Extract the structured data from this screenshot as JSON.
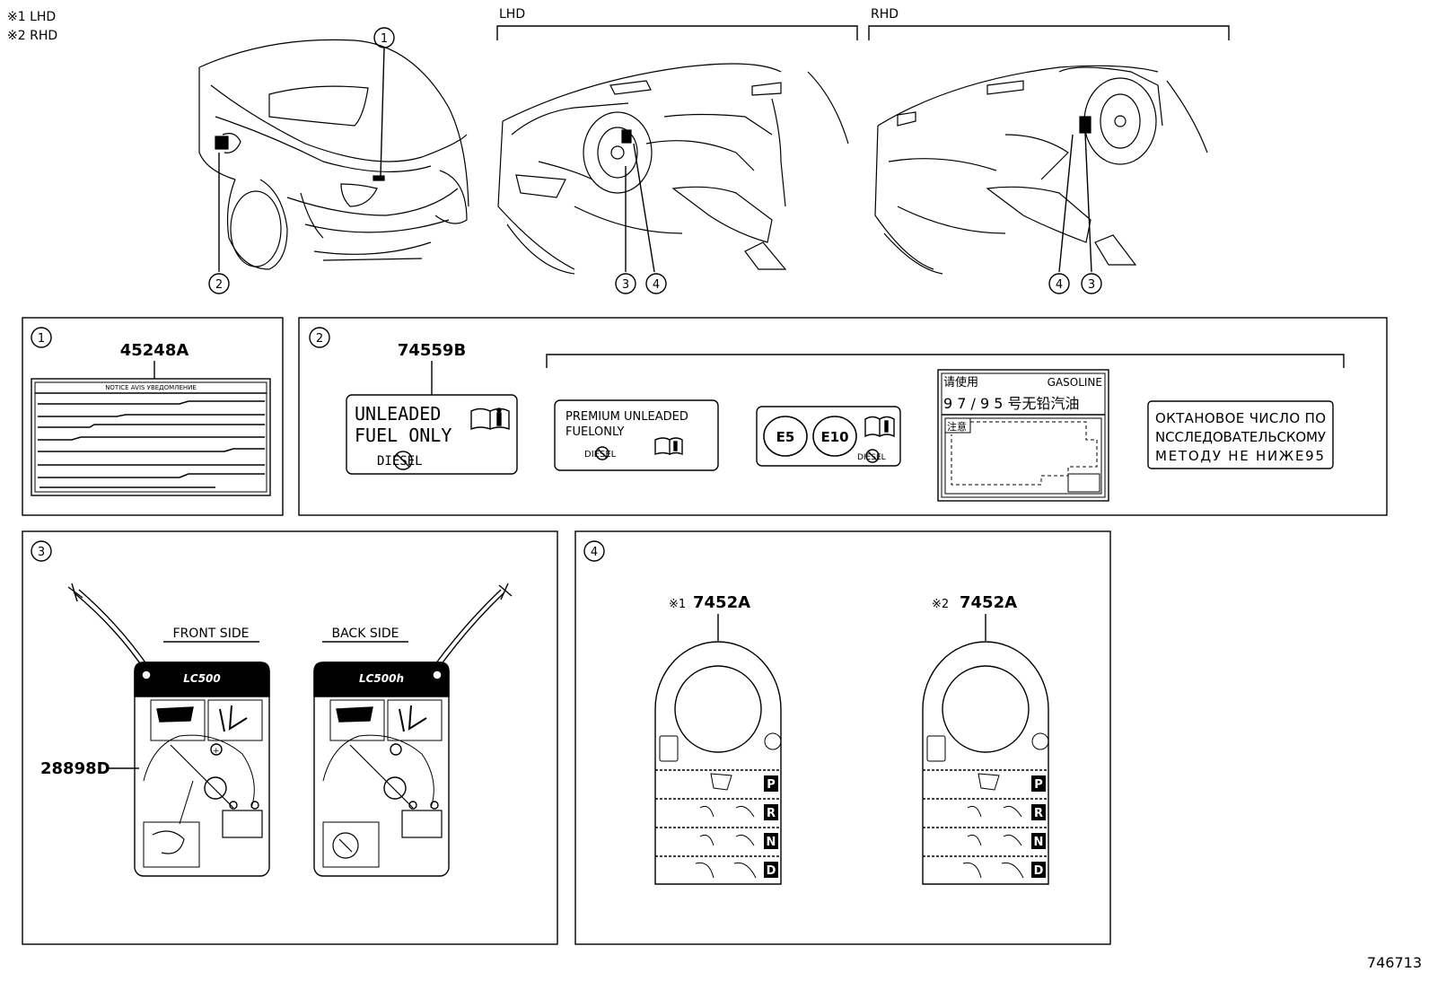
{
  "notes": {
    "note1": "※1 LHD",
    "note2": "※2 RHD"
  },
  "top_labels": {
    "lhd": "LHD",
    "rhd": "RHD"
  },
  "callouts": {
    "c1": "1",
    "c2": "2",
    "c3": "3",
    "c4": "4"
  },
  "panel1": {
    "part_no": "45248A",
    "label_header": "NOTICE  AVIS  УВЕДОМЛЕНИЕ"
  },
  "panel2": {
    "part_no": "74559B",
    "l1_line1": "UNLEADED",
    "l1_line2": "FUEL ONLY",
    "l1_diesel": "DIESEL",
    "l2_line1": "PREMIUM UNLEADED",
    "l2_line2": "FUELONLY",
    "l2_diesel": "DIESEL",
    "l3_e5": "E5",
    "l3_e10": "E10",
    "l3_diesel": "DIESEL",
    "cn_line1": "请使用",
    "cn_gasoline": "GASOLINE",
    "cn_line2": "9 7 / 9 5 号无铅汽油",
    "cn_caution": "注意",
    "ru_line1": "ОКТАНОВОЕ ЧИСЛО ПО",
    "ru_line2": "NССЛЕДОВАТЕЛЬСКОМУ",
    "ru_line3": "МЕТОДУ НЕ НИЖЕ95"
  },
  "panel3": {
    "part_no": "28898D",
    "front_caption": "FRONT SIDE",
    "back_caption": "BACK SIDE",
    "front_model": "LC500",
    "back_model": "LC500h"
  },
  "panel4": {
    "left_prefix": "※1",
    "left_part": "7452A",
    "right_prefix": "※2",
    "right_part": "7452A",
    "gears": [
      "P",
      "R",
      "N",
      "D"
    ]
  },
  "figure_id": "746713"
}
